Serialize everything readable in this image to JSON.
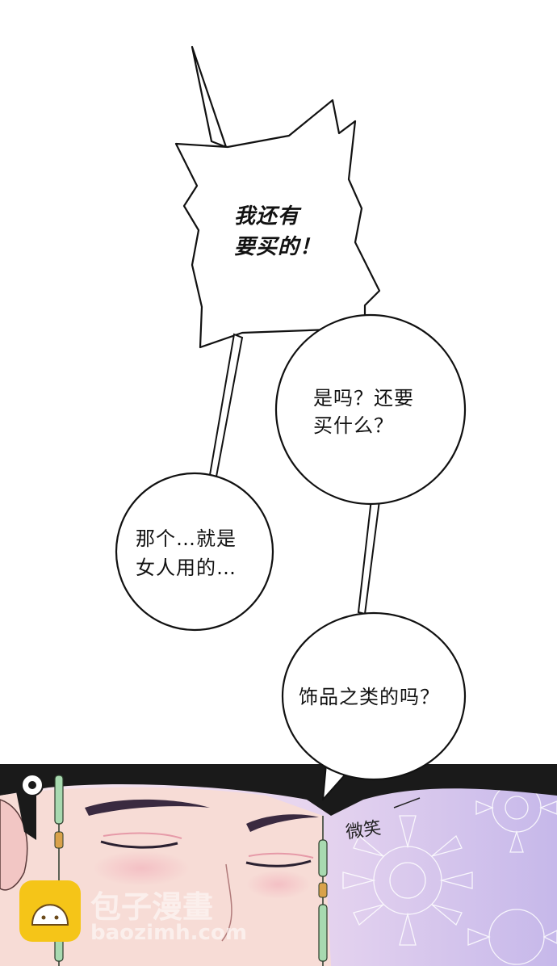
{
  "bubbles": {
    "shout": {
      "line1": "我还有",
      "line2": "要买的！"
    },
    "question": {
      "line1": "是吗？还要",
      "line2": "买什么？"
    },
    "answer": {
      "line1": "那个…就是",
      "line2": "女人用的…"
    },
    "accessory": {
      "line1": "饰品之类的吗？"
    }
  },
  "sfx": {
    "smile": "微笑"
  },
  "watermark": {
    "title": "包子漫畫",
    "site": "baozimh.com"
  },
  "colors": {
    "ink": "#111111",
    "panel_purple": "#c9bde8",
    "skin": "#f6d9d3",
    "hat": "#1a1a1a",
    "watermark_yellow": "#f5c518"
  }
}
